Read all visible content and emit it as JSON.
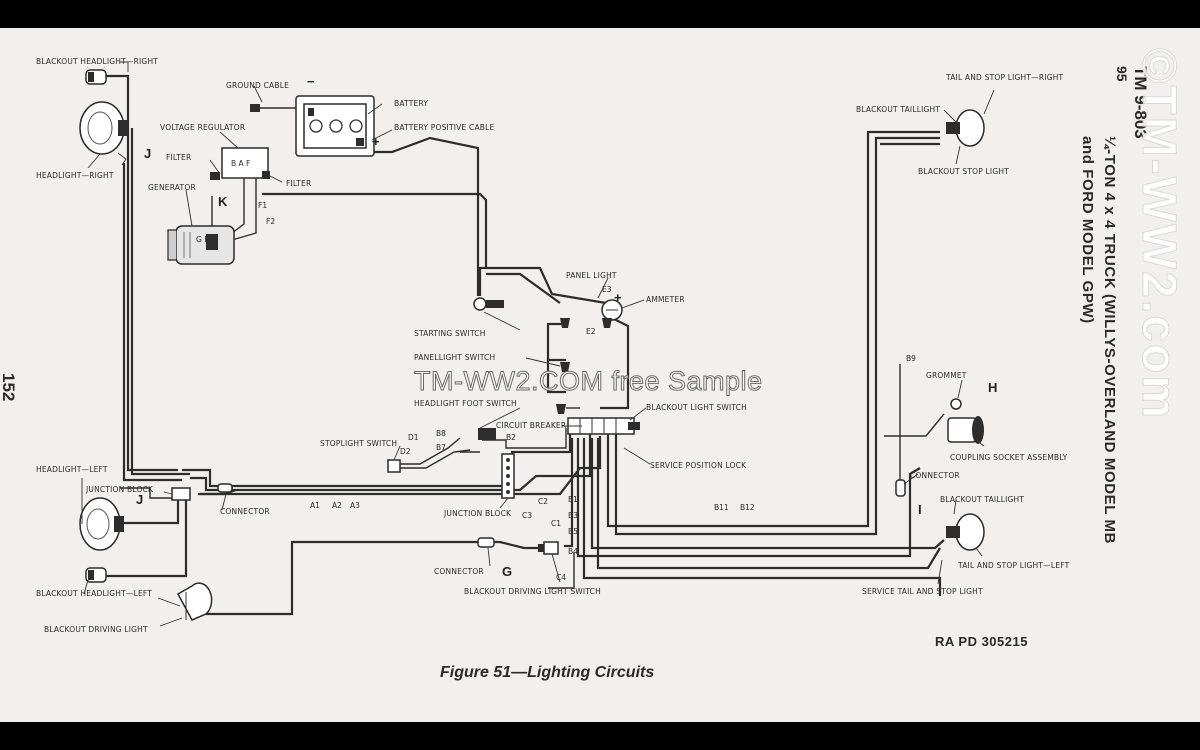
{
  "document": {
    "page_number": "152",
    "manual_number": "TM 9-803",
    "manual_page": "95",
    "title_line_1": "¼-TON 4 x 4 TRUCK (WILLYS-OVERLAND MODEL MB",
    "title_line_2": "and FORD MODEL GPW)",
    "figure_caption": "Figure 51—Lighting Circuits",
    "plate_reference": "RA PD 305215",
    "watermark": "TM-WW2.COM free Sample",
    "copyright_mark": "©TM-WW2.com"
  },
  "labels": {
    "blackout_headlight_right": "BLACKOUT HEADLIGHT—RIGHT",
    "headlight_right": "HEADLIGHT—RIGHT",
    "ground_cable": "GROUND CABLE",
    "battery": "BATTERY",
    "battery_positive_cable": "BATTERY POSITIVE CABLE",
    "voltage_regulator": "VOLTAGE REGULATOR",
    "filter_left": "FILTER",
    "filter_right": "FILTER",
    "generator": "GENERATOR",
    "panel_light": "PANEL LIGHT",
    "ammeter": "AMMETER",
    "starting_switch": "STARTING SWITCH",
    "panellight_switch": "PANELLIGHT SWITCH",
    "headlight_foot_switch": "HEADLIGHT FOOT SWITCH",
    "circuit_breaker": "CIRCUIT BREAKER",
    "blackout_light_switch": "BLACKOUT LIGHT SWITCH",
    "stoplight_switch": "STOPLIGHT SWITCH",
    "service_position_lock": "SERVICE POSITION LOCK",
    "headlight_left": "HEADLIGHT—LEFT",
    "junction_block_left": "JUNCTION BLOCK",
    "connector_left": "CONNECTOR",
    "junction_block_center": "JUNCTION BLOCK",
    "blackout_headlight_left": "BLACKOUT HEADLIGHT—LEFT",
    "blackout_driving_light": "BLACKOUT DRIVING LIGHT",
    "connector_bottom": "CONNECTOR",
    "blackout_driving_light_switch": "BLACKOUT DRIVING LIGHT SWITCH",
    "tail_stop_light_right": "TAIL AND STOP LIGHT—RIGHT",
    "blackout_taillight_right": "BLACKOUT TAILLIGHT",
    "blackout_stop_light": "BLACKOUT STOP LIGHT",
    "grommet": "GROMMET",
    "coupling_socket_assembly": "COUPLING SOCKET ASSEMBLY",
    "connector_right": "CONNECTOR",
    "blackout_taillight_left": "BLACKOUT TAILLIGHT",
    "tail_stop_light_left": "TAIL AND STOP LIGHT—LEFT",
    "service_tail_stop_light": "SERVICE TAIL AND STOP LIGHT"
  },
  "letters": {
    "J_top": "J",
    "K": "K",
    "J_left": "J",
    "G": "G",
    "H": "H",
    "I": "I",
    "reg_terminals": "B A F",
    "gen_terminals": "G F A",
    "minus": "−",
    "plus": "+",
    "plus2": "+"
  },
  "wire_codes": {
    "F1": "F1",
    "F2": "F2",
    "E3": "E3",
    "E2": "E2",
    "B8": "B8",
    "B7": "B7",
    "B2": "B2",
    "D1": "D1",
    "D2": "D2",
    "A1": "A1",
    "A2": "A2",
    "A3": "A3",
    "C1": "C1",
    "C2": "C2",
    "C3": "C3",
    "C4": "C4",
    "B1": "B1",
    "B3": "B3",
    "B5": "B5",
    "B4": "B4",
    "B9": "B9",
    "B11": "B11",
    "B12": "B12"
  }
}
